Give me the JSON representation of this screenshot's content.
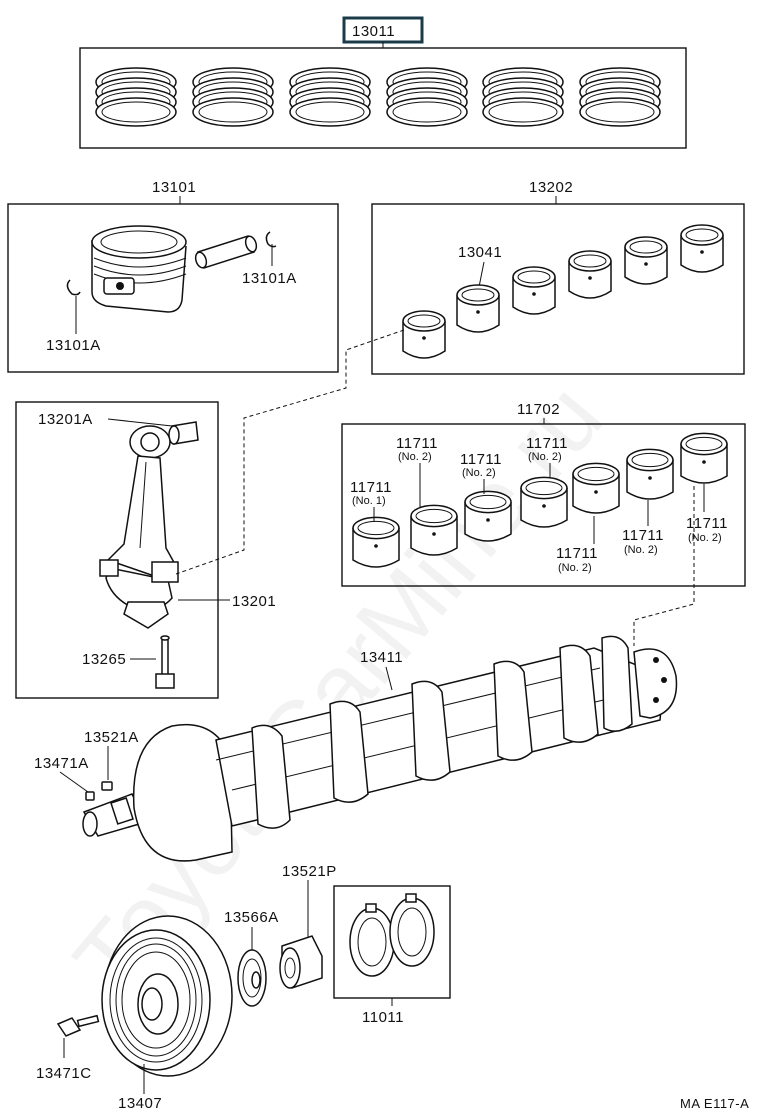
{
  "labels": {
    "piston_ring_set": "13011",
    "piston_subassy": "13101",
    "piston_pin_snap_ring_left": "13101A",
    "piston_pin_snap_ring_right": "13101A",
    "conrod_bearing_set": "13202",
    "conrod_bearing": "13041",
    "conrod_bushing": "13201A",
    "connecting_rod": "13201",
    "conrod_bolt": "13265",
    "main_bearing_set": "11702",
    "main_bearing_1": "11711",
    "main_bearing_1_no": "(No. 1)",
    "main_bearing_2": "11711",
    "main_bearing_2_no": "(No. 2)",
    "main_bearing_3": "11711",
    "main_bearing_3_no": "(No. 2)",
    "main_bearing_4": "11711",
    "main_bearing_4_no": "(No. 2)",
    "main_bearing_5": "11711",
    "main_bearing_5_no": "(No. 2)",
    "main_bearing_6": "11711",
    "main_bearing_6_no": "(No. 2)",
    "crankshaft": "13411",
    "crank_key_a": "13521A",
    "crank_pin_a": "13471A",
    "crank_key_p": "13521P",
    "timing_gear_plate": "13566A",
    "thrust_washer_set": "11011",
    "pulley_bolt": "13471C",
    "crank_pulley": "13407"
  },
  "footer_code": "MA  E117-A",
  "watermark": "ToyotaCarMine.ru"
}
